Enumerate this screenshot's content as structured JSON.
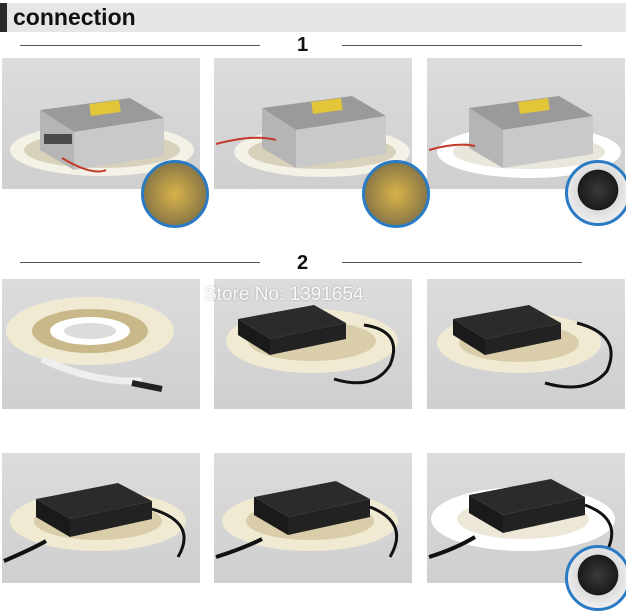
{
  "header": {
    "title": "connection",
    "accent_color": "#2a2a2a",
    "bar_color": "#e6e6e6"
  },
  "steps": [
    {
      "label": "1"
    },
    {
      "label": "2"
    }
  ],
  "watermark": "Store No: 1391654",
  "rows": [
    {
      "section": "1",
      "photos": [
        {
          "subject": "power-supply-with-led-strip",
          "inset": "terminal-wiring",
          "lit": false
        },
        {
          "subject": "power-supply-with-led-strip",
          "inset": "terminal-wiring",
          "lit": false
        },
        {
          "subject": "power-supply-with-led-strip",
          "inset": "plug",
          "lit": true
        }
      ]
    },
    {
      "section": "2",
      "photos": [
        {
          "subject": "led-strip-reel-with-dc-connector",
          "lit": false
        },
        {
          "subject": "adapter-with-led-strip",
          "lit": false
        },
        {
          "subject": "adapter-with-led-strip",
          "lit": false
        }
      ]
    },
    {
      "section": "2",
      "photos": [
        {
          "subject": "adapter-with-led-strip",
          "lit": false
        },
        {
          "subject": "adapter-with-led-strip",
          "lit": false
        },
        {
          "subject": "adapter-with-led-strip",
          "inset": "plug",
          "lit": true
        }
      ]
    }
  ]
}
